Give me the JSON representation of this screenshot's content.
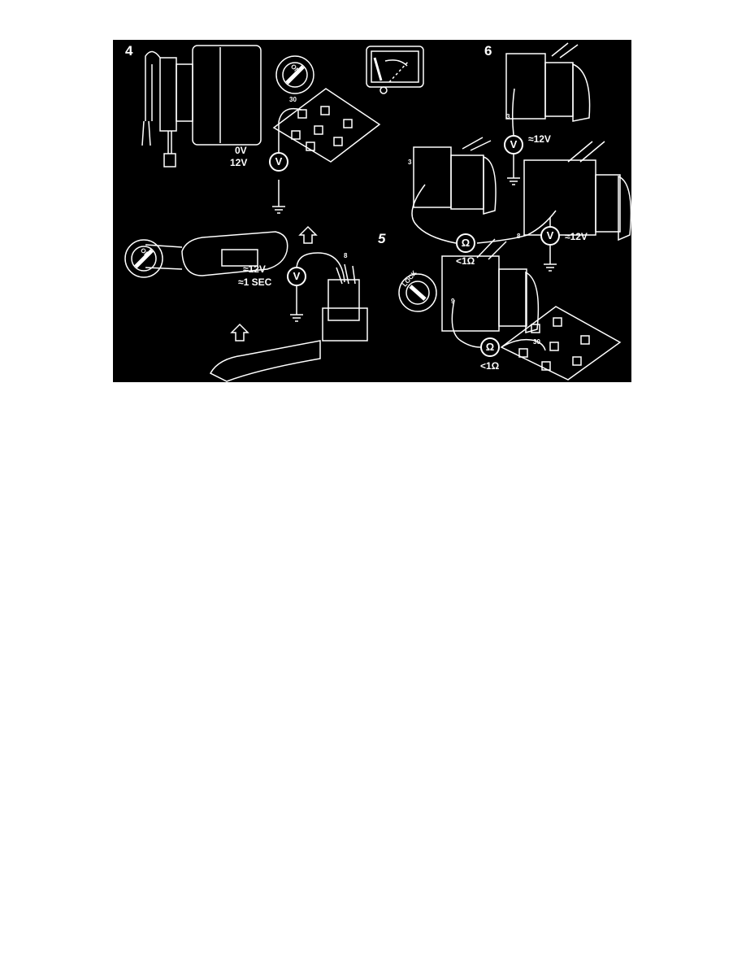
{
  "figure": {
    "step_labels": {
      "step4": "4",
      "step5": "5",
      "step6": "6"
    },
    "ignition": {
      "on_label": "ON",
      "lock_label": "LOCK"
    },
    "step4": {
      "voltage_values": [
        "0V",
        "12V"
      ],
      "meter_symbol": "V",
      "terminal_label": "30"
    },
    "switch_test": {
      "voltage_value": "≈12V",
      "duration_value": "≈1 SEC",
      "meter_symbol": "V",
      "terminal_label": "8"
    },
    "step6": {
      "top_meter_symbol": "V",
      "top_voltage": "≈12V",
      "top_terminal": "3",
      "left_terminal": "3",
      "ohm_symbol": "Ω",
      "resistance_value": "<1Ω",
      "right_terminal": "8",
      "right_meter_symbol": "V",
      "right_voltage": "≈12V"
    },
    "step5": {
      "terminal_left": "9",
      "ohm_symbol": "Ω",
      "resistance_value": "<1Ω",
      "terminal_right": "30"
    },
    "colors": {
      "background": "#000000",
      "lines": "#ffffff"
    }
  }
}
